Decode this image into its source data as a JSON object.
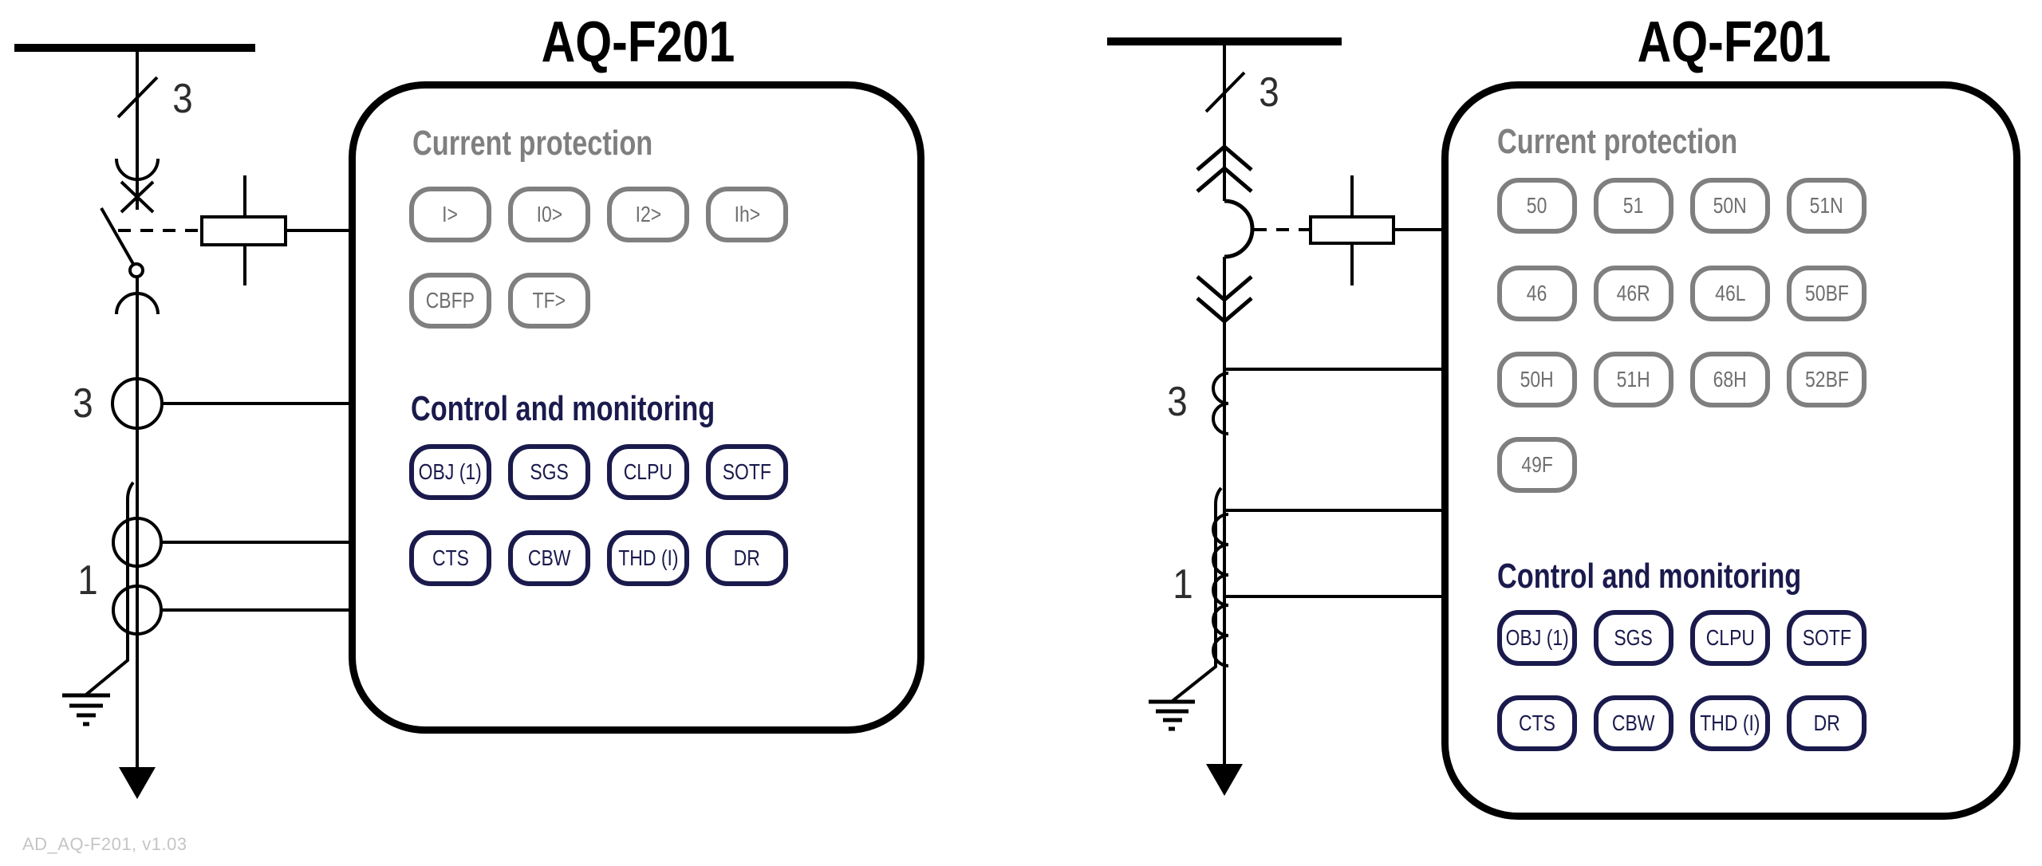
{
  "footer": {
    "version_label": "AD_AQ-F201, v1.03"
  },
  "colors": {
    "navy": "#1a1a4d",
    "gray": "#7f7f7f",
    "line_black": "#000000",
    "footer_gray": "#c5c5c5"
  },
  "left_panel": {
    "title": "AQ-F201",
    "labels": {
      "disconnector_poles": "3",
      "phase_ct": "3",
      "ring_ct": "1"
    },
    "sections": [
      {
        "heading": "Current protection",
        "rows": [
          [
            "I>",
            "I0>",
            "I2>",
            "Ih>"
          ],
          [
            "CBFP",
            "TF>"
          ]
        ]
      },
      {
        "heading": "Control and monitoring",
        "rows": [
          [
            "OBJ (1)",
            "SGS",
            "CLPU",
            "SOTF"
          ],
          [
            "CTS",
            "CBW",
            "THD (I)",
            "DR"
          ]
        ]
      }
    ]
  },
  "right_panel": {
    "title": "AQ-F201",
    "labels": {
      "disconnector_poles": "3",
      "phase_ct": "3",
      "ring_ct": "1"
    },
    "sections": [
      {
        "heading": "Current protection",
        "rows": [
          [
            "50",
            "51",
            "50N",
            "51N"
          ],
          [
            "46",
            "46R",
            "46L",
            "50BF"
          ],
          [
            "50H",
            "51H",
            "68H",
            "52BF"
          ],
          [
            "49F"
          ]
        ]
      },
      {
        "heading": "Control and monitoring",
        "rows": [
          [
            "OBJ (1)",
            "SGS",
            "CLPU",
            "SOTF"
          ],
          [
            "CTS",
            "CBW",
            "THD (I)",
            "DR"
          ]
        ]
      }
    ]
  }
}
